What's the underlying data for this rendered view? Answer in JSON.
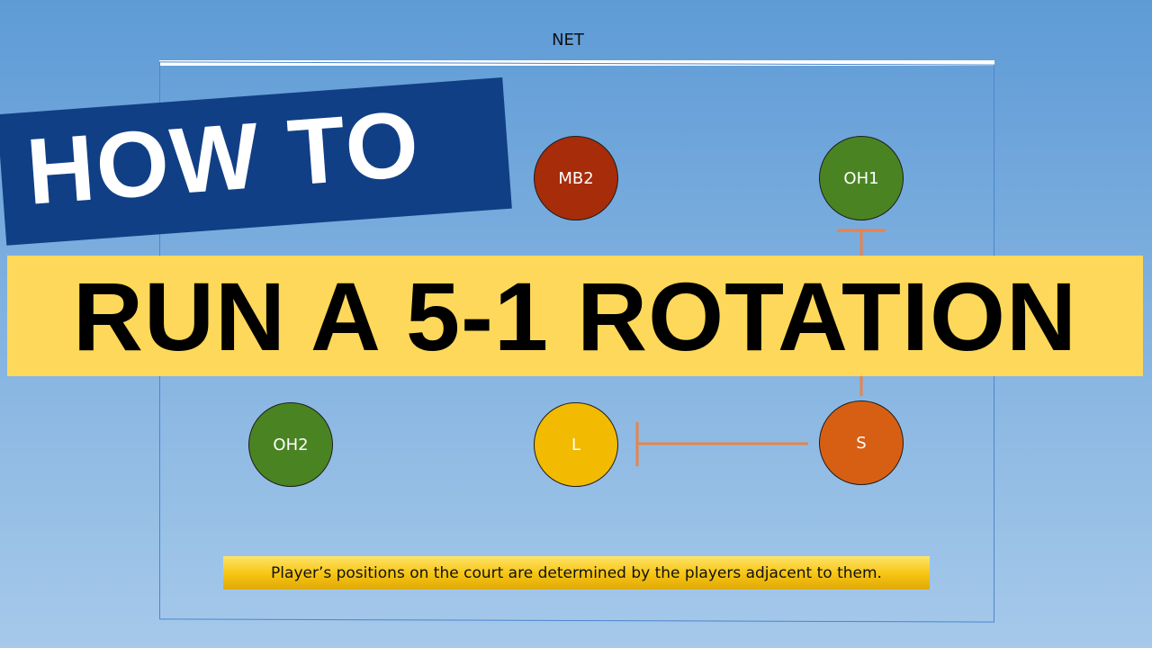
{
  "net_label": "NET",
  "title": {
    "line1": "HOW TO",
    "line2": "RUN A 5-1 ROTATION"
  },
  "players": {
    "mb2": {
      "label": "MB2",
      "color": "#a62c0a"
    },
    "oh1": {
      "label": "OH1",
      "color": "#4a8422"
    },
    "oh2": {
      "label": "OH2",
      "color": "#4a8422"
    },
    "l": {
      "label": "L",
      "color": "#f2ba00"
    },
    "s": {
      "label": "S",
      "color": "#d75f14"
    }
  },
  "caption": "Player’s positions on the court are determined by the players adjacent to them.",
  "colors": {
    "connector": "#e8834a",
    "banner": "#fdd85a",
    "title_box": "#113f85",
    "net": "#ffffff"
  }
}
